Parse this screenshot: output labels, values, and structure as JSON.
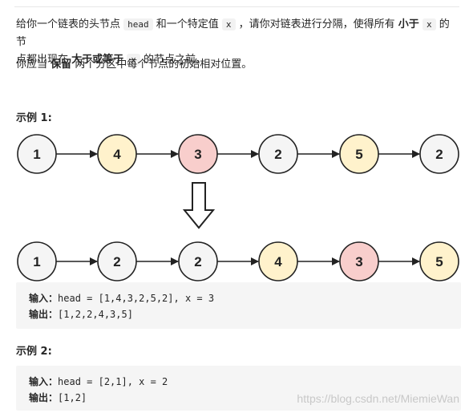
{
  "problem": {
    "line1_a": "给你一个链表的头节点 ",
    "code_head": "head",
    "line1_b": " 和一个特定值 ",
    "code_x": "x",
    "line1_c": " ，请你对链表进行分隔，使得所有 ",
    "less_than": "小于",
    "line1_d": " ",
    "code_x2": "x",
    "line1_e": " 的节",
    "line2_a": "点都出现在 ",
    "ge": "大于或等于",
    "line2_b": " ",
    "code_x3": "x",
    "line2_c": " 的节点之前。",
    "keep_a": "你应当 ",
    "keep_b": "保留",
    "keep_c": " 两个分区中每个节点的初始相对位置。"
  },
  "example1": {
    "title": "示例 1:",
    "input_list": [
      "1",
      "4",
      "3",
      "2",
      "5",
      "2"
    ],
    "output_list": [
      "1",
      "2",
      "2",
      "4",
      "3",
      "5"
    ],
    "input_label": "输入：",
    "input_value": "head = [1,4,3,2,5,2], x = 3",
    "output_label": "输出：",
    "output_value": "[1,2,2,4,3,5]"
  },
  "example2": {
    "title": "示例 2:",
    "input_label": "输入：",
    "input_value": "head = [2,1], x = 2",
    "output_label": "输出：",
    "output_value": "[1,2]"
  },
  "watermark": "https://blog.csdn.net/MiemieWan",
  "colors": {
    "gray": "#f5f5f5",
    "yellow": "#fff2cc",
    "red": "#f8cecc",
    "stroke": "#222222"
  },
  "node_color_keys": {
    "input": [
      "gray",
      "yellow",
      "red",
      "gray",
      "yellow",
      "gray"
    ],
    "output": [
      "gray",
      "gray",
      "gray",
      "yellow",
      "red",
      "yellow"
    ]
  }
}
